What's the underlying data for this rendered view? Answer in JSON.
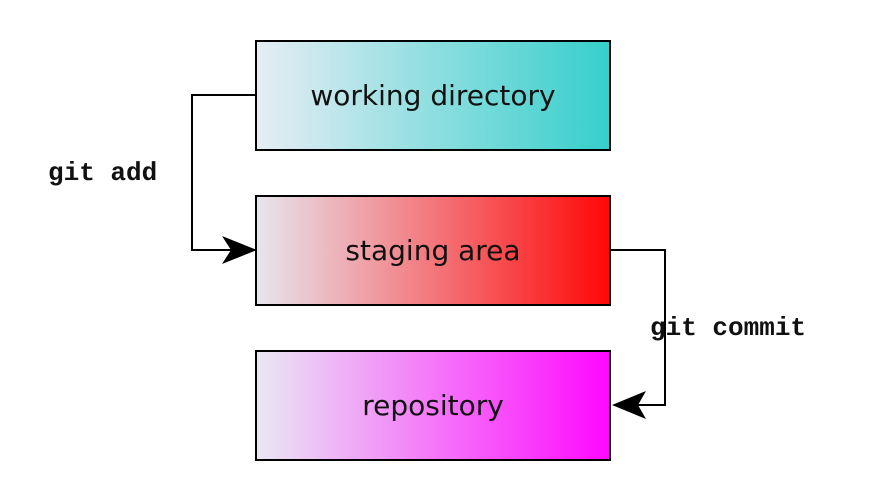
{
  "boxes": {
    "working": {
      "label": "working directory",
      "color": "#36cfcb"
    },
    "staging": {
      "label": "staging area",
      "color": "#ff0808"
    },
    "repository": {
      "label": "repository",
      "color": "#ff08ff"
    }
  },
  "arrows": {
    "add": {
      "label": "git add"
    },
    "commit": {
      "label": "git commit"
    }
  }
}
